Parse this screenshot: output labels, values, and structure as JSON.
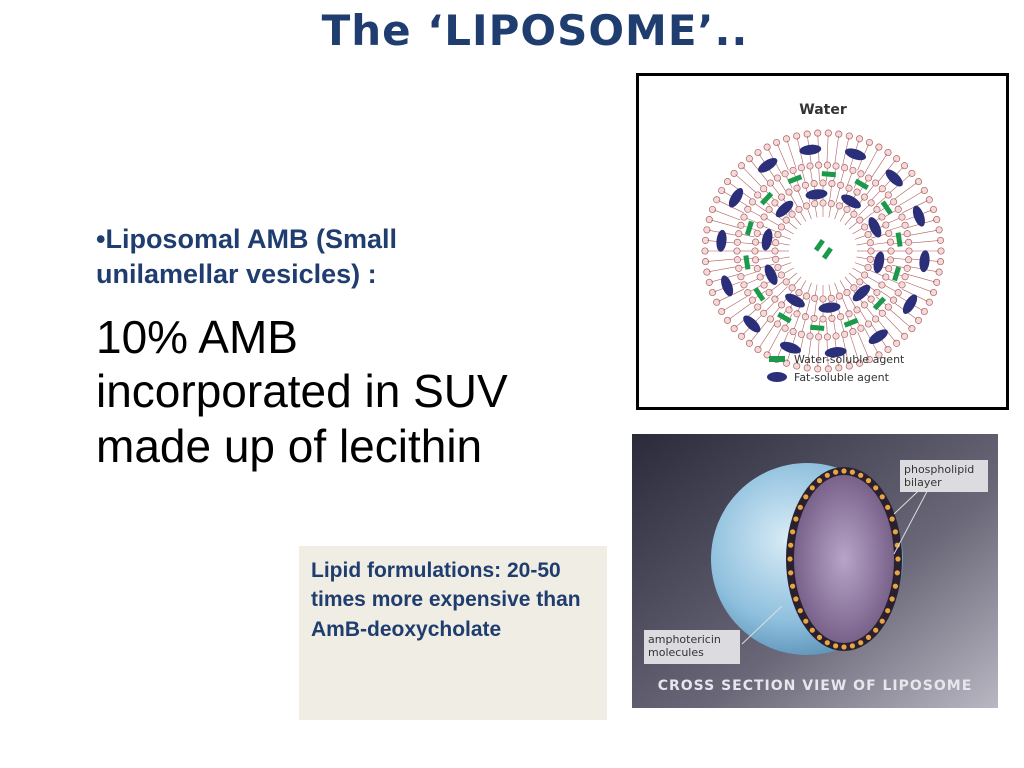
{
  "slide": {
    "title": "The ‘LIPOSOME’..",
    "bullet": "•Liposomal AMB (Small unilamellar vesicles) :",
    "body": "10% AMB incorporated in SUV made up of lecithin",
    "note": "Lipid formulations: 20-50 times more expensive than AmB-deoxycholate"
  },
  "diagram": {
    "water_label": "Water",
    "legend": [
      {
        "label": "Water-soluble agent",
        "color": "#1a9a4a"
      },
      {
        "label": "Fat-soluble agent",
        "color": "#2b2f7a"
      }
    ]
  },
  "photo": {
    "label_bilayer": "phospholipid bilayer",
    "label_ampho": "amphotericin molecules",
    "caption": "CROSS SECTION VIEW OF LIPOSOME"
  }
}
